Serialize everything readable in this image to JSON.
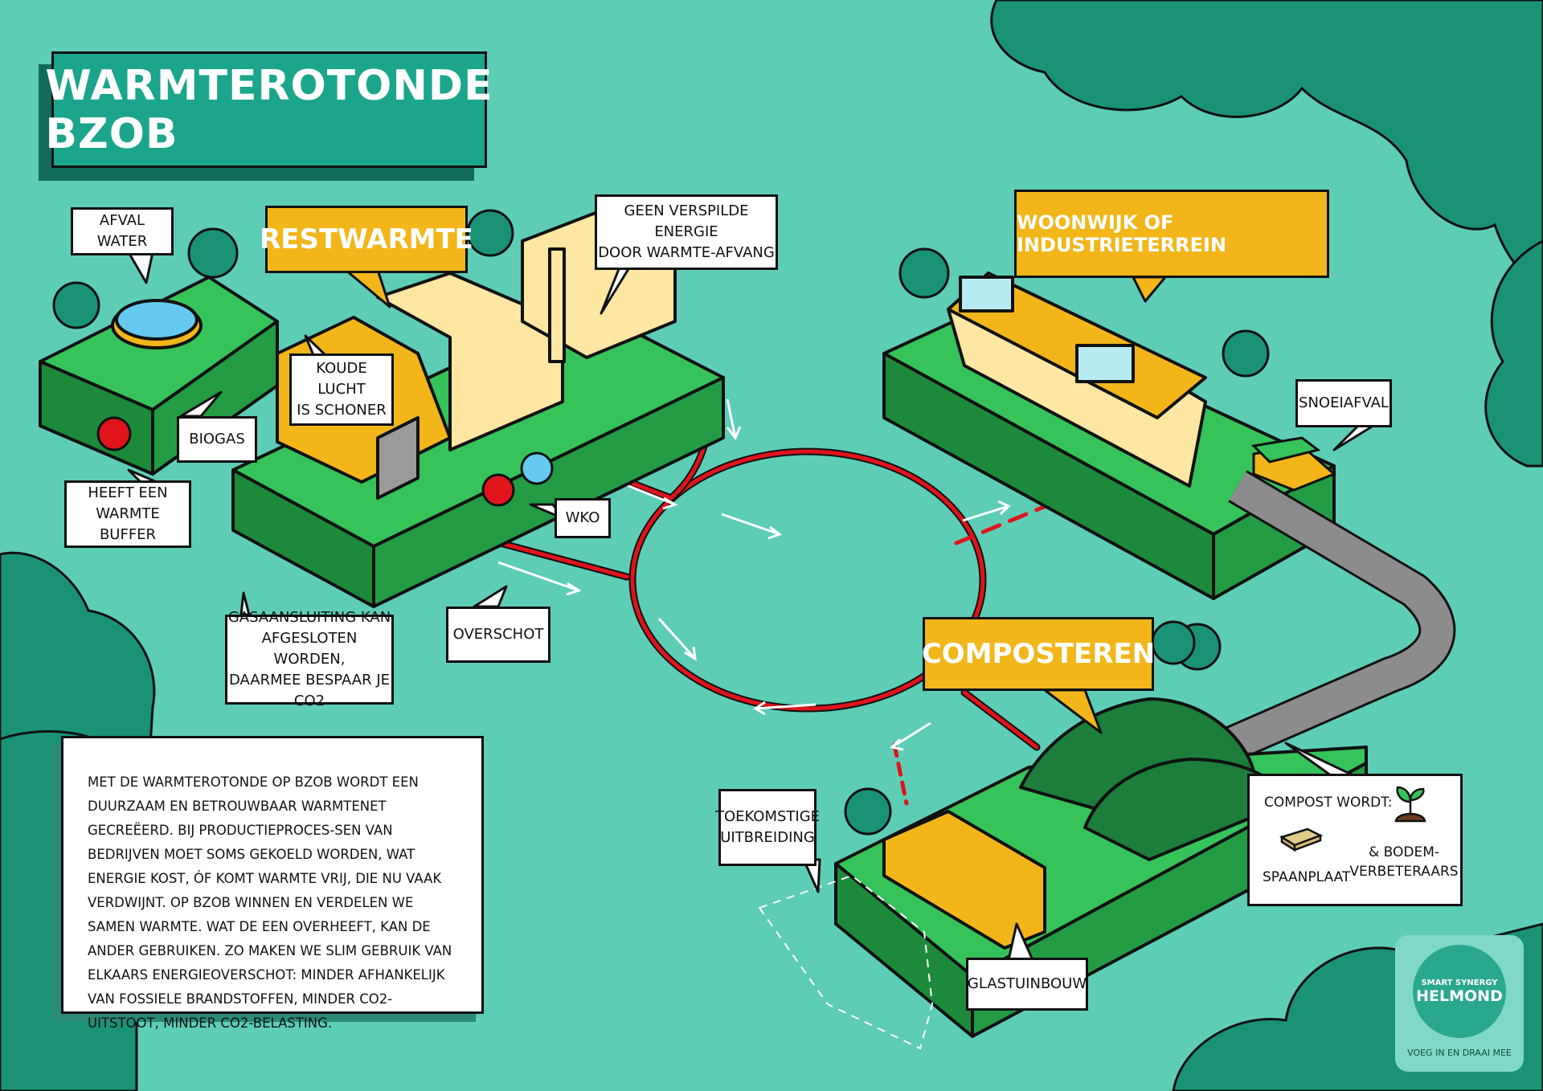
{
  "title": "WARMTEROTONDE BZOB",
  "highlights": {
    "restwarmte": "RESTWARMTE",
    "woonwijk": "WOONWIJK OF INDUSTRIETERREIN",
    "composteren": "COMPOSTEREN"
  },
  "labels": {
    "afval_water": "AFVAL WATER",
    "geen_verspilde": "GEEN VERSPILDE ENERGIE\nDOOR WARMTE-AFVANG",
    "koude_lucht": "KOUDE LUCHT\nIS SCHONER",
    "biogas": "BIOGAS",
    "heeft_buffer": "HEEFT EEN\nWARMTE BUFFER",
    "wko": "WKO",
    "gasaansluiting": "GASAANSLUITING KAN\nAFGESLOTEN WORDEN,\nDAARMEE BESPAAR JE CO2",
    "overschot": "OVERSCHOT",
    "snoeiafval": "SNOEIAFVAL",
    "toekomstige": "TOEKOMSTIGE\nUITBREIDING",
    "glastuinbouw": "GLASTUINBOUW"
  },
  "compost": {
    "heading": "COMPOST WORDT:",
    "item1": "SPAANPLAAT",
    "item2": "& BODEM-\nVERBETERAARS"
  },
  "info_text": "MET DE WARMTEROTONDE OP BZOB WORDT EEN DUURZAAM EN BETROUWBAAR WARMTENET GECREËERD. BIJ PRODUCTIEPROCES-SEN VAN BEDRIJVEN MOET SOMS GEKOELD WORDEN, WAT ENERGIE KOST, ÓF KOMT WARMTE VRIJ, DIE NU VAAK VERDWIJNT. OP BZOB WINNEN EN VERDELEN WE SAMEN WARMTE. WAT DE EEN OVERHEEFT, KAN DE ANDER GEBRUIKEN. ZO MAKEN WE SLIM GEBRUIK VAN ELKAARS ENERGIEOVERSCHOT: MINDER AFHANKELIJK VAN FOSSIELE BRANDSTOFFEN, MINDER CO2-UITSTOOT, MINDER CO2-BELASTING.",
  "logo": {
    "line1": "SMART SYNERGY",
    "line2": "HELMOND",
    "tagline": "VOEG IN EN DRAAI MEE"
  },
  "colors": {
    "background": "#5ecdb6",
    "accent_green": "#1aa58c",
    "grass": "#35c35a",
    "block_side": "#1d8a3a",
    "tree_dark": "#1a9275",
    "highlight_yellow": "#f2b61a",
    "pipe_red": "#e0141b"
  }
}
